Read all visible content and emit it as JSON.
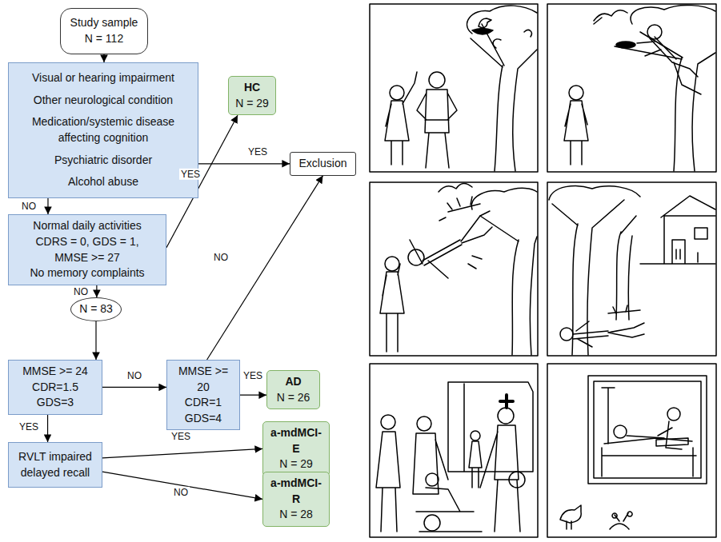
{
  "diagram": {
    "nodes": [
      {
        "text": [
          "Study sample",
          "N = 112"
        ]
      },
      {
        "text": [
          "Visual or hearing impairment",
          "Other neurological condition",
          "Medication/systemic disease affecting cognition",
          "Psychiatric disorder",
          "Alcohol abuse"
        ]
      },
      {
        "text": [
          "Exclusion"
        ]
      },
      {
        "text": [
          "HC",
          "N = 29"
        ]
      },
      {
        "text": [
          "Normal daily activities",
          "CDRS = 0, GDS = 1,",
          "MMSE >= 27",
          "No memory complaints"
        ]
      },
      {
        "text": [
          "N = 83"
        ]
      },
      {
        "text": [
          "MMSE >= 24",
          "CDR=1.5",
          "GDS=3"
        ]
      },
      {
        "text": [
          "MMSE >= 20",
          "CDR=1",
          "GDS=4"
        ]
      },
      {
        "text": [
          "AD",
          "N = 26"
        ]
      },
      {
        "text": [
          "RVLT impaired delayed recall"
        ]
      },
      {
        "text": [
          "a-mdMCI-E",
          "N = 29"
        ]
      },
      {
        "text": [
          "a-mdMCI-R",
          "N = 28"
        ]
      }
    ],
    "edges": [
      {
        "from": 0,
        "to": 1,
        "arrow": "to"
      },
      {
        "from": 1,
        "to": 2,
        "label": "YES",
        "arrow": "to"
      },
      {
        "from": 1,
        "to": 4,
        "label": "NO",
        "arrow": "to"
      },
      {
        "from": 4,
        "to": 3,
        "label": "YES",
        "arrow": "to"
      },
      {
        "from": 4,
        "to": 5,
        "label": "NO",
        "arrow": "to"
      },
      {
        "from": 5,
        "to": 6,
        "arrow": "to"
      },
      {
        "from": 6,
        "to": 7,
        "label": "NO",
        "arrow": "to"
      },
      {
        "from": 7,
        "to": 2,
        "label": "NO",
        "arrow": "to"
      },
      {
        "from": 7,
        "to": 8,
        "label": "YES",
        "arrow": "to"
      },
      {
        "from": 6,
        "to": 9,
        "label": "YES",
        "arrow": "to"
      },
      {
        "from": 9,
        "to": 10,
        "label": "YES",
        "arrow": "to"
      },
      {
        "from": 9,
        "to": 11,
        "label": "NO",
        "arrow": "to"
      }
    ]
  }
}
